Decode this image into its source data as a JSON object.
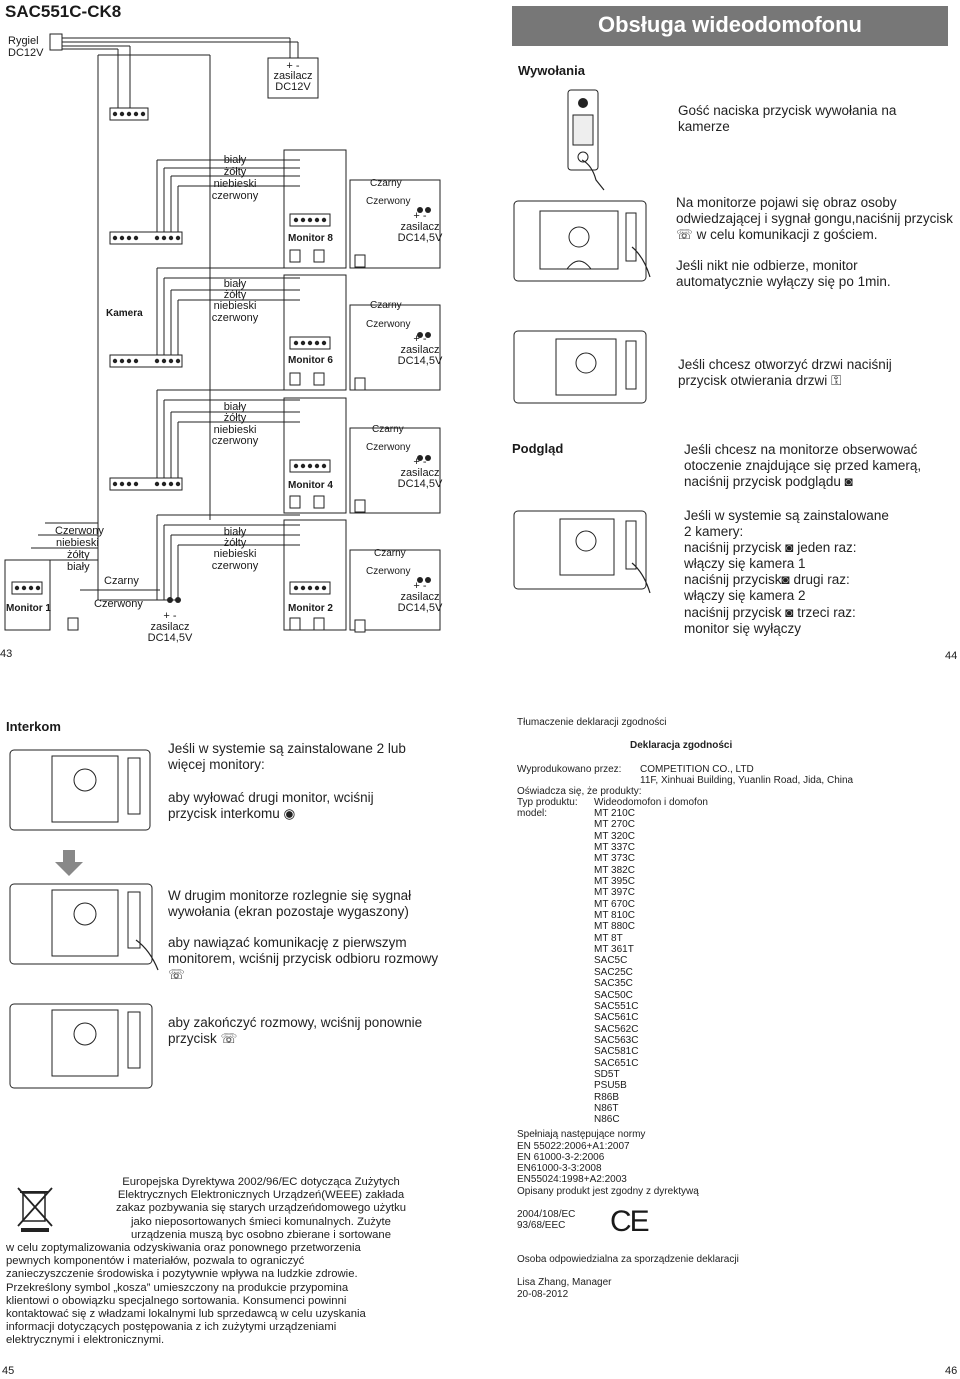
{
  "p43": {
    "title": "SAC551C-CK8",
    "lock_label": "Rygiel",
    "lock_voltage": "DC12V",
    "top_psu_polarity": "+  -",
    "top_psu_label": "zasilacz",
    "top_psu_voltage": "DC12V",
    "camera_label": "Kamera",
    "wire_white": "biały",
    "wire_yellow": "żółty",
    "wire_blue": "niebieski",
    "wire_red": "czerwony",
    "wire_black_cap": "Czarny",
    "wire_red_cap": "Czerwony",
    "psu_polarity": "+  -",
    "psu_label": "zasilacz",
    "psu_voltage": "DC14,5V",
    "monitors": [
      "Monitor 8",
      "Monitor 6",
      "Monitor 4",
      "Monitor 2",
      "Monitor 1"
    ],
    "page_number": "43"
  },
  "p44": {
    "banner": "Obsługa wideodomofonu",
    "section_calls": "Wywołania",
    "call_1": "Gość naciska przycisk wywołania na kamerze",
    "call_2a": "Na monitorze pojawi się obraz osoby odwiedzającej i sygnał gongu,naciśnij przycisk",
    "call_2b": "w celu komunikacji z gościem.",
    "call_3": "Jeśli nikt nie odbierze, monitor automatycznie wyłączy się po 1min.",
    "call_4": "Jeśli chcesz otworzyć drzwi naciśnij przycisk otwierania drzwi",
    "section_preview": "Podgląd",
    "preview_1": "Jeśli chcesz na monitorze obserwować otoczenie znajdujące się przed kamerą, naciśnij przycisk podglądu",
    "cam_lines": [
      "Jeśli w systemie są zainstalowane",
      "2 kamery:",
      "naciśnij przycisk",
      "jeden raz:",
      "włączy się kamera 1",
      "naciśnij przycisk",
      "drugi raz:",
      "włączy się kamera 2",
      "naciśnij przycisk",
      "trzeci raz:",
      "monitor się wyłączy"
    ],
    "page_number": "44"
  },
  "p45": {
    "section_intercom": "Interkom",
    "i1": "Jeśli w systemie są zainstalowane 2 lub więcej monitory:",
    "i2": "aby wyłować drugi monitor, wciśnij przycisk interkomu",
    "i3": "W drugim monitorze rozlegnie się sygnał wywołania (ekran pozostaje wygaszony)",
    "i4": "aby nawiązać komunikację z pierwszym monitorem, wciśnij przycisk odbioru rozmowy",
    "i5": "aby zakończyć rozmowy, wciśnij ponownie przycisk",
    "weee_lines": [
      "Europejska Dyrektywa 2002/96/EC dotycząca Zużytych",
      "Elektrycznych Elektronicznych Urządzeń(WEEE) zakłada",
      "zakaz pozbywania się starych urządzeńdomowego użytku",
      "jako nieposortowanych śmieci komunalnych. Zużyte",
      "urządzenia muszą byc osobno zbierane i sortowane",
      "w celu zoptymalizowania odzyskiwania oraz ponownego przetworzenia",
      "pewnych komponentów i materiałów, pozwala to ograniczyć",
      "zanieczyszczenie środowiska i pozytywnie wpływa na ludzkie zdrowie.",
      "Przekreślony symbol „kosza” umieszczony na produkcie przypomina",
      "klientowi o obowiązku specjalnego sortowania. Konsumenci powinni",
      "kontaktować się z władzami lokalnymi lub sprzedawcą w celu uzyskania",
      "informacji dotyczących postępowania z ich zużytymi urządzeniami",
      "elektrycznymi i elektronicznymi."
    ],
    "page_number": "45"
  },
  "p46": {
    "translation": "Tłumaczenie deklaracji zgodności",
    "decl_title": "Deklaracja zgodności",
    "made_by_label": "Wyprodukowano przez:",
    "made_by": "COMPETITION CO., LTD",
    "address": "11F, Xinhuai Building, Yuanlin Road, Jida, China",
    "declare": "Oświadcza się, że produkty:",
    "type_label": "Typ produktu:",
    "type": "Wideodomofon i domofon",
    "model_label": "model:",
    "models": [
      "MT 210C",
      "MT 270C",
      "MT 320C",
      "MT 337C",
      "MT 373C",
      "MT 382C",
      "MT 395C",
      "MT 397C",
      "MT 670C",
      "MT 810C",
      "MT 880C",
      "MT 8T",
      "MT 361T",
      "SAC5C",
      "SAC25C",
      "SAC35C",
      "SAC50C",
      "SAC551C",
      "SAC561C",
      "SAC562C",
      "SAC563C",
      "SAC581C",
      "SAC651C",
      "SD5T",
      "PSU5B",
      "R86B",
      "N86T",
      "N86C"
    ],
    "norms_title": "Spełniają następujące normy",
    "norms": [
      "EN 55022:2006+A1:2007",
      "EN 61000-3-2:2006",
      "EN61000-3-3:2008",
      "EN55024:1998+A2:2003"
    ],
    "conform": "Opisany produkt jest zgodny z dyrektywą",
    "directives": [
      "2004/108/EC",
      "93/68/EEC"
    ],
    "ce_mark": "CE",
    "responsible": "Osoba odpowiedzialna za sporządzenie  deklaracji",
    "person": "Lisa Zhang,  Manager",
    "date": "20-08-2012",
    "page_number": "46"
  }
}
